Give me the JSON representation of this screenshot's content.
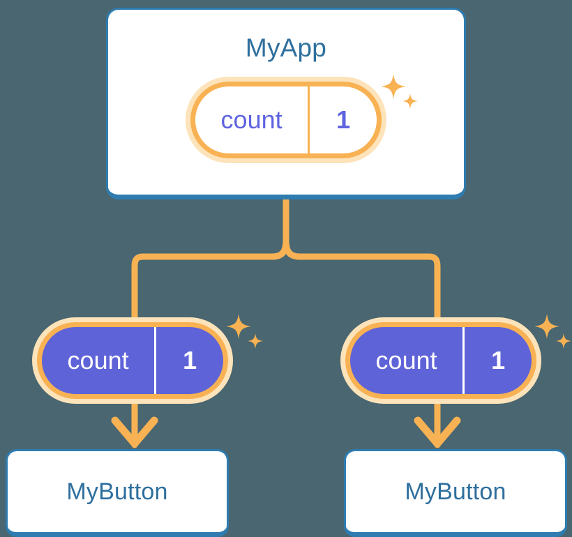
{
  "theme": {
    "background": "#4a6670",
    "card_bg": "#ffffff",
    "card_border": "#2e7cb0",
    "card_text": "#2e6f9e",
    "pill_ring": "#f8b254",
    "pill_halo": "#fde3ba",
    "pill_fill_light": "#ffffff",
    "pill_fill_dark": "#5f63d8",
    "pill_text_light": "#5f63e0",
    "pill_text_dark": "#ffffff",
    "connector": "#f8b254"
  },
  "diagram": {
    "type": "component-tree",
    "root": {
      "title": "MyApp",
      "state": {
        "key": "count",
        "value": "1"
      },
      "sparkle": "sparkles-icon"
    },
    "children": [
      {
        "state": {
          "key": "count",
          "value": "1"
        },
        "sparkle": "sparkles-icon",
        "title": "MyButton"
      },
      {
        "state": {
          "key": "count",
          "value": "1"
        },
        "sparkle": "sparkles-icon",
        "title": "MyButton"
      }
    ],
    "connectors": {
      "branch": "tree-branch-connector",
      "arrow": "down-arrow-connector"
    }
  }
}
